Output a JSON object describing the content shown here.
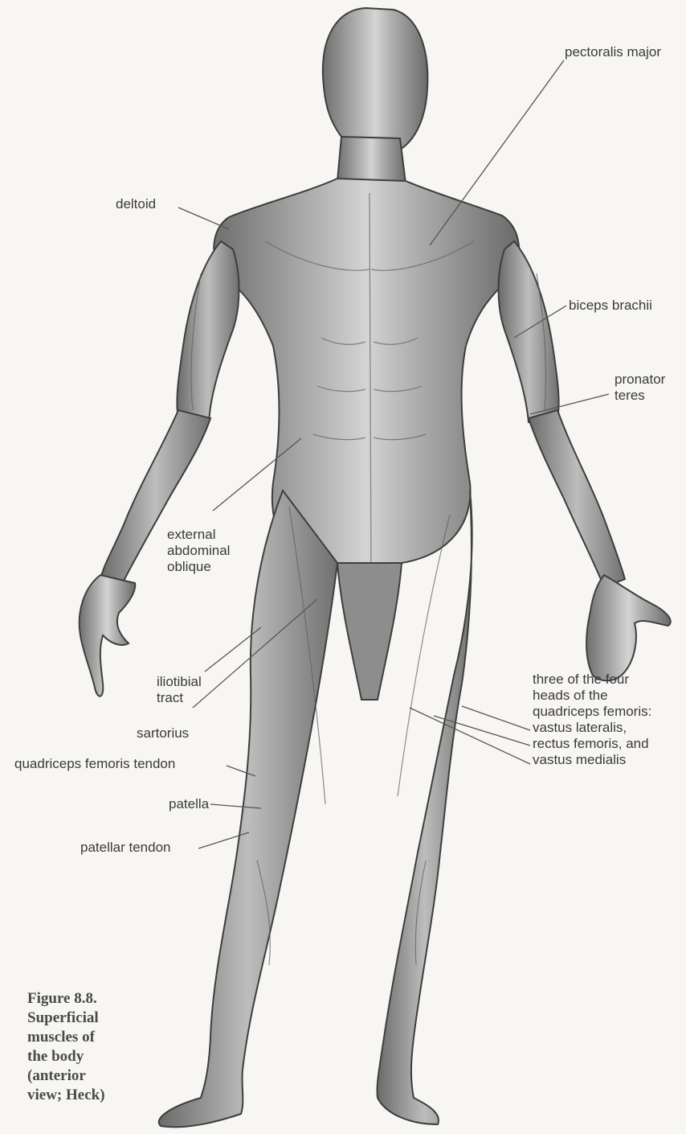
{
  "labels": {
    "deltoid": "deltoid",
    "pectoralis_major": "pectoralis major",
    "biceps_brachii": "biceps brachii",
    "pronator_teres": [
      "pronator",
      "teres"
    ],
    "external_abdominal_oblique": [
      "external",
      "abdominal",
      "oblique"
    ],
    "iliotibial_tract": [
      "iliotibial",
      "tract"
    ],
    "sartorius": "sartorius",
    "quadriceps_heads": [
      "three of the four",
      "heads of the",
      "quadriceps femoris:",
      "vastus lateralis,",
      "rectus femoris, and",
      "vastus medialis"
    ],
    "quadriceps_femoris_tendon": "quadriceps femoris tendon",
    "patella": "patella",
    "patellar_tendon": "patellar tendon"
  },
  "caption": [
    "Figure 8.8.",
    "Superficial",
    "muscles of",
    "the body",
    "(anterior",
    "view; Heck)"
  ],
  "colors": {
    "background": "#f7f6f3",
    "figure_fill": "#9a9a9a",
    "figure_dark": "#5e5e5e",
    "figure_light": "#d8d8d8",
    "text": "#3a3a3a",
    "leader_line": "#555555"
  }
}
